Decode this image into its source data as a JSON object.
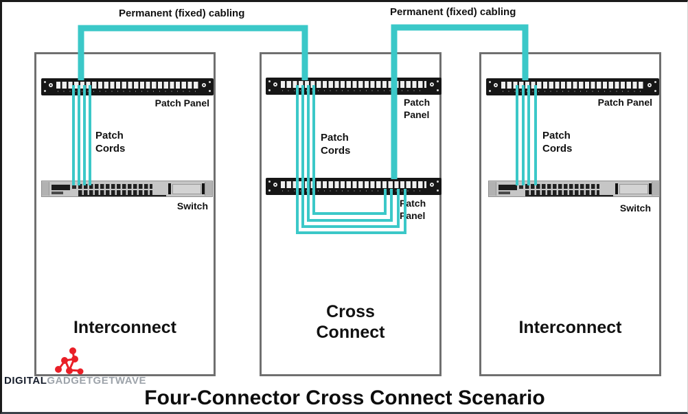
{
  "page": {
    "title": "Four-Connector Cross Connect Scenario",
    "watermark_bold": "DIGITAL",
    "watermark_light": "GADGETGETWAVE"
  },
  "colors": {
    "cable_teal": "#3BC8C8",
    "box_border_gray": "#6F6F6F",
    "panel_black": "#161616",
    "switch_gray": "#C6C6C6",
    "logo_red": "#E91F27"
  },
  "top_labels": {
    "left": "Permanent (fixed) cabling",
    "right": "Permanent (fixed) cabling"
  },
  "racks": {
    "left": {
      "name": "Interconnect",
      "patch_panel": "Patch Panel",
      "patch_cords": "Patch Cords",
      "switch": "Switch"
    },
    "middle": {
      "name": "Cross Connect",
      "top_panel": "Patch Panel",
      "patch_cords": "Patch Cords",
      "bottom_panel": "Patch Panel"
    },
    "right": {
      "name": "Interconnect",
      "patch_panel": "Patch Panel",
      "patch_cords": "Patch Cords",
      "switch": "Switch"
    }
  }
}
